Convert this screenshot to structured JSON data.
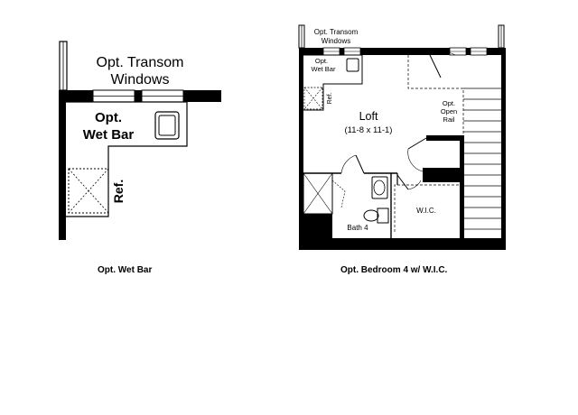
{
  "left_plan": {
    "transom_line1": "Opt. Transom",
    "transom_line2": "Windows",
    "wetbar_line1": "Opt.",
    "wetbar_line2": "Wet Bar",
    "fridge": "Ref.",
    "caption": "Opt. Wet Bar"
  },
  "right_plan": {
    "transom_line1": "Opt. Transom",
    "transom_line2": "Windows",
    "wetbar_line1": "Opt.",
    "wetbar_line2": "Wet Bar",
    "fridge": "Ref.",
    "loft_name": "Loft",
    "loft_size": "(11-8 x 11-1)",
    "rail_line1": "Opt.",
    "rail_line2": "Open",
    "rail_line3": "Rail",
    "closet": "W.I.C.",
    "bath": "Bath 4",
    "caption": "Opt. Bedroom 4 w/ W.I.C."
  }
}
